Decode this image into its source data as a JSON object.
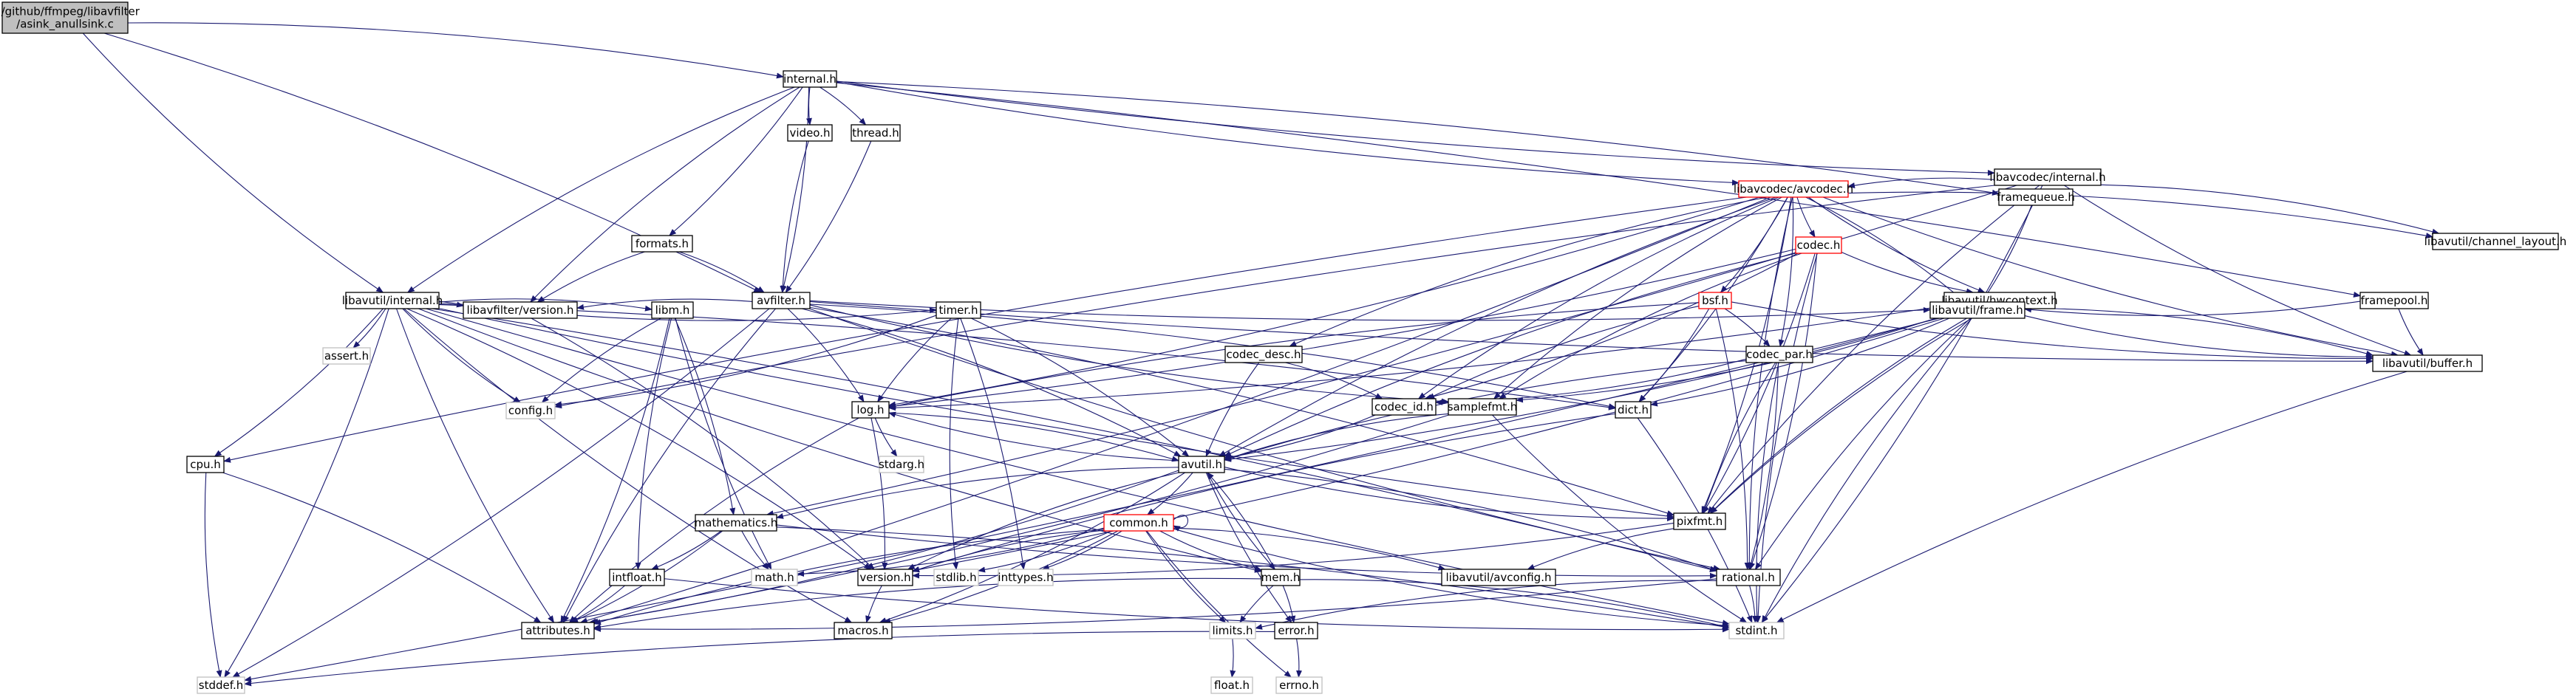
{
  "colors": {
    "root_fill": "#bfbfbf",
    "root_border": "#000000",
    "normal_border": "#000000",
    "truncated_border": "#ff0000",
    "system_border": "#bfbfbf",
    "edge": "#191970",
    "background": "#ffffff"
  },
  "nodes": [
    {
      "id": "n_root",
      "label": "E:/github/ffmpeg/libavfilter\n/asink_anullsink.c",
      "kind": "root"
    },
    {
      "id": "n_internal",
      "label": "internal.h",
      "kind": "normal"
    },
    {
      "id": "n_video",
      "label": "video.h",
      "kind": "normal"
    },
    {
      "id": "n_thread",
      "label": "thread.h",
      "kind": "normal"
    },
    {
      "id": "n_lcinternal",
      "label": "libavcodec/internal.h",
      "kind": "normal"
    },
    {
      "id": "n_framequeue",
      "label": "framequeue.h",
      "kind": "normal"
    },
    {
      "id": "n_avcodec",
      "label": "libavcodec/avcodec.h",
      "kind": "truncated"
    },
    {
      "id": "n_formats",
      "label": "formats.h",
      "kind": "normal"
    },
    {
      "id": "n_codec",
      "label": "codec.h",
      "kind": "truncated"
    },
    {
      "id": "n_chlayout",
      "label": "libavutil/channel_layout.h",
      "kind": "normal"
    },
    {
      "id": "n_lauinternal",
      "label": "libavutil/internal.h",
      "kind": "normal"
    },
    {
      "id": "n_avfilter",
      "label": "avfilter.h",
      "kind": "normal"
    },
    {
      "id": "n_bsf",
      "label": "bsf.h",
      "kind": "truncated"
    },
    {
      "id": "n_hwcontext",
      "label": "libavutil/hwcontext.h",
      "kind": "normal"
    },
    {
      "id": "n_framepool",
      "label": "framepool.h",
      "kind": "normal"
    },
    {
      "id": "n_assert",
      "label": "assert.h",
      "kind": "system"
    },
    {
      "id": "n_lafversion",
      "label": "libavfilter/version.h",
      "kind": "normal"
    },
    {
      "id": "n_libm",
      "label": "libm.h",
      "kind": "normal"
    },
    {
      "id": "n_timer",
      "label": "timer.h",
      "kind": "normal"
    },
    {
      "id": "n_codecdesc",
      "label": "codec_desc.h",
      "kind": "normal"
    },
    {
      "id": "n_codecpar",
      "label": "codec_par.h",
      "kind": "normal"
    },
    {
      "id": "n_frame",
      "label": "libavutil/frame.h",
      "kind": "normal"
    },
    {
      "id": "n_buffer",
      "label": "libavutil/buffer.h",
      "kind": "normal"
    },
    {
      "id": "n_config",
      "label": "config.h",
      "kind": "system"
    },
    {
      "id": "n_log",
      "label": "log.h",
      "kind": "normal"
    },
    {
      "id": "n_codecid",
      "label": "codec_id.h",
      "kind": "normal"
    },
    {
      "id": "n_samplefmt",
      "label": "samplefmt.h",
      "kind": "normal"
    },
    {
      "id": "n_dict",
      "label": "dict.h",
      "kind": "normal"
    },
    {
      "id": "n_cpu",
      "label": "cpu.h",
      "kind": "normal"
    },
    {
      "id": "n_stdarg",
      "label": "stdarg.h",
      "kind": "system"
    },
    {
      "id": "n_avutil",
      "label": "avutil.h",
      "kind": "normal"
    },
    {
      "id": "n_mathematics",
      "label": "mathematics.h",
      "kind": "normal"
    },
    {
      "id": "n_common",
      "label": "common.h",
      "kind": "truncated"
    },
    {
      "id": "n_pixfmt",
      "label": "pixfmt.h",
      "kind": "normal"
    },
    {
      "id": "n_intfloat",
      "label": "intfloat.h",
      "kind": "normal"
    },
    {
      "id": "n_math",
      "label": "math.h",
      "kind": "system"
    },
    {
      "id": "n_version",
      "label": "version.h",
      "kind": "normal"
    },
    {
      "id": "n_stdlib",
      "label": "stdlib.h",
      "kind": "system"
    },
    {
      "id": "n_inttypes",
      "label": "inttypes.h",
      "kind": "system"
    },
    {
      "id": "n_avconfig",
      "label": "libavutil/avconfig.h",
      "kind": "normal"
    },
    {
      "id": "n_rational",
      "label": "rational.h",
      "kind": "normal"
    },
    {
      "id": "n_mem",
      "label": "mem.h",
      "kind": "normal"
    },
    {
      "id": "n_attributes",
      "label": "attributes.h",
      "kind": "normal"
    },
    {
      "id": "n_macros",
      "label": "macros.h",
      "kind": "normal"
    },
    {
      "id": "n_limits",
      "label": "limits.h",
      "kind": "system"
    },
    {
      "id": "n_error",
      "label": "error.h",
      "kind": "normal"
    },
    {
      "id": "n_stdint",
      "label": "stdint.h",
      "kind": "system"
    },
    {
      "id": "n_stddef",
      "label": "stddef.h",
      "kind": "system"
    },
    {
      "id": "n_float",
      "label": "float.h",
      "kind": "system"
    },
    {
      "id": "n_errno",
      "label": "errno.h",
      "kind": "system"
    }
  ],
  "edges": [
    [
      "n_root",
      "n_internal"
    ],
    [
      "n_root",
      "n_lauinternal"
    ],
    [
      "n_root",
      "n_avfilter"
    ],
    [
      "n_internal",
      "n_video"
    ],
    [
      "n_internal",
      "n_thread"
    ],
    [
      "n_internal",
      "n_lcinternal"
    ],
    [
      "n_internal",
      "n_framequeue"
    ],
    [
      "n_internal",
      "n_avcodec"
    ],
    [
      "n_internal",
      "n_formats"
    ],
    [
      "n_internal",
      "n_lauinternal"
    ],
    [
      "n_internal",
      "n_avfilter"
    ],
    [
      "n_internal",
      "n_lafversion"
    ],
    [
      "n_internal",
      "n_framepool"
    ],
    [
      "n_video",
      "n_avfilter"
    ],
    [
      "n_thread",
      "n_avfilter"
    ],
    [
      "n_lcinternal",
      "n_avcodec"
    ],
    [
      "n_lcinternal",
      "n_chlayout"
    ],
    [
      "n_lcinternal",
      "n_buffer"
    ],
    [
      "n_lcinternal",
      "n_mathematics"
    ],
    [
      "n_lcinternal",
      "n_pixfmt"
    ],
    [
      "n_lcinternal",
      "n_stdint"
    ],
    [
      "n_lcinternal",
      "n_config"
    ],
    [
      "n_framequeue",
      "n_frame"
    ],
    [
      "n_avcodec",
      "n_codec"
    ],
    [
      "n_avcodec",
      "n_bsf"
    ],
    [
      "n_avcodec",
      "n_codecdesc"
    ],
    [
      "n_avcodec",
      "n_codecpar"
    ],
    [
      "n_avcodec",
      "n_hwcontext"
    ],
    [
      "n_avcodec",
      "n_frame"
    ],
    [
      "n_avcodec",
      "n_buffer"
    ],
    [
      "n_avcodec",
      "n_chlayout"
    ],
    [
      "n_avcodec",
      "n_codecid"
    ],
    [
      "n_avcodec",
      "n_log"
    ],
    [
      "n_avcodec",
      "n_samplefmt"
    ],
    [
      "n_avcodec",
      "n_dict"
    ],
    [
      "n_avcodec",
      "n_avutil"
    ],
    [
      "n_avcodec",
      "n_pixfmt"
    ],
    [
      "n_avcodec",
      "n_rational"
    ],
    [
      "n_avcodec",
      "n_attributes"
    ],
    [
      "n_avcodec",
      "n_cpu"
    ],
    [
      "n_formats",
      "n_avfilter"
    ],
    [
      "n_formats",
      "n_lafversion"
    ],
    [
      "n_codec",
      "n_codecid"
    ],
    [
      "n_codec",
      "n_hwcontext"
    ],
    [
      "n_codec",
      "n_pixfmt"
    ],
    [
      "n_codec",
      "n_samplefmt"
    ],
    [
      "n_codec",
      "n_rational"
    ],
    [
      "n_codec",
      "n_avutil"
    ],
    [
      "n_codec",
      "n_log"
    ],
    [
      "n_codec",
      "n_stdint"
    ],
    [
      "n_lauinternal",
      "n_assert"
    ],
    [
      "n_lauinternal",
      "n_config"
    ],
    [
      "n_lauinternal",
      "n_libm"
    ],
    [
      "n_lauinternal",
      "n_timer"
    ],
    [
      "n_lauinternal",
      "n_cpu"
    ],
    [
      "n_lauinternal",
      "n_attributes"
    ],
    [
      "n_lauinternal",
      "n_dict"
    ],
    [
      "n_lauinternal",
      "n_pixfmt"
    ],
    [
      "n_lauinternal",
      "n_version"
    ],
    [
      "n_lauinternal",
      "n_macros"
    ],
    [
      "n_lauinternal",
      "n_stddef"
    ],
    [
      "n_lauinternal",
      "n_stdint"
    ],
    [
      "n_lauinternal",
      "n_lafversion"
    ],
    [
      "n_lauinternal",
      "n_mem"
    ],
    [
      "n_lauinternal",
      "n_rational"
    ],
    [
      "n_avfilter",
      "n_attributes"
    ],
    [
      "n_avfilter",
      "n_avutil"
    ],
    [
      "n_avfilter",
      "n_buffer"
    ],
    [
      "n_avfilter",
      "n_dict"
    ],
    [
      "n_avfilter",
      "n_frame"
    ],
    [
      "n_avfilter",
      "n_log"
    ],
    [
      "n_avfilter",
      "n_samplefmt"
    ],
    [
      "n_avfilter",
      "n_pixfmt"
    ],
    [
      "n_avfilter",
      "n_rational"
    ],
    [
      "n_avfilter",
      "n_stddef"
    ],
    [
      "n_avfilter",
      "n_lafversion"
    ],
    [
      "n_bsf",
      "n_dict"
    ],
    [
      "n_bsf",
      "n_log"
    ],
    [
      "n_bsf",
      "n_rational"
    ],
    [
      "n_bsf",
      "n_codecid"
    ],
    [
      "n_bsf",
      "n_codecpar"
    ],
    [
      "n_bsf",
      "n_buffer"
    ],
    [
      "n_hwcontext",
      "n_buffer"
    ],
    [
      "n_hwcontext",
      "n_frame"
    ],
    [
      "n_hwcontext",
      "n_log"
    ],
    [
      "n_hwcontext",
      "n_pixfmt"
    ],
    [
      "n_framepool",
      "n_frame"
    ],
    [
      "n_framepool",
      "n_buffer"
    ],
    [
      "n_lafversion",
      "n_version"
    ],
    [
      "n_libm",
      "n_config"
    ],
    [
      "n_libm",
      "n_attributes"
    ],
    [
      "n_libm",
      "n_intfloat"
    ],
    [
      "n_libm",
      "n_mathematics"
    ],
    [
      "n_libm",
      "n_math"
    ],
    [
      "n_timer",
      "n_config"
    ],
    [
      "n_timer",
      "n_log"
    ],
    [
      "n_timer",
      "n_inttypes"
    ],
    [
      "n_timer",
      "n_stdlib"
    ],
    [
      "n_timer",
      "n_avutil"
    ],
    [
      "n_codecdesc",
      "n_avutil"
    ],
    [
      "n_codecdesc",
      "n_codecid"
    ],
    [
      "n_codecpar",
      "n_avutil"
    ],
    [
      "n_codecpar",
      "n_rational"
    ],
    [
      "n_codecpar",
      "n_pixfmt"
    ],
    [
      "n_codecpar",
      "n_codecid"
    ],
    [
      "n_codecpar",
      "n_stdint"
    ],
    [
      "n_frame",
      "n_avutil"
    ],
    [
      "n_frame",
      "n_buffer"
    ],
    [
      "n_frame",
      "n_dict"
    ],
    [
      "n_frame",
      "n_rational"
    ],
    [
      "n_frame",
      "n_samplefmt"
    ],
    [
      "n_frame",
      "n_pixfmt"
    ],
    [
      "n_frame",
      "n_version"
    ],
    [
      "n_frame",
      "n_stdint"
    ],
    [
      "n_frame",
      "n_stddef"
    ],
    [
      "n_buffer",
      "n_stdint"
    ],
    [
      "n_log",
      "n_avutil"
    ],
    [
      "n_log",
      "n_attributes"
    ],
    [
      "n_log",
      "n_version"
    ],
    [
      "n_log",
      "n_stdarg"
    ],
    [
      "n_codecid",
      "n_avutil"
    ],
    [
      "n_samplefmt",
      "n_avutil"
    ],
    [
      "n_samplefmt",
      "n_attributes"
    ],
    [
      "n_samplefmt",
      "n_stdint"
    ],
    [
      "n_dict",
      "n_stdint"
    ],
    [
      "n_dict",
      "n_version"
    ],
    [
      "n_cpu",
      "n_attributes"
    ],
    [
      "n_cpu",
      "n_stddef"
    ],
    [
      "n_avutil",
      "n_common"
    ],
    [
      "n_avutil",
      "n_error"
    ],
    [
      "n_avutil",
      "n_rational"
    ],
    [
      "n_avutil",
      "n_version"
    ],
    [
      "n_avutil",
      "n_macros"
    ],
    [
      "n_avutil",
      "n_mathematics"
    ],
    [
      "n_avutil",
      "n_log"
    ],
    [
      "n_avutil",
      "n_pixfmt"
    ],
    [
      "n_avutil",
      "n_attributes"
    ],
    [
      "n_avutil",
      "n_mem"
    ],
    [
      "n_mathematics",
      "n_stdint"
    ],
    [
      "n_mathematics",
      "n_math"
    ],
    [
      "n_mathematics",
      "n_attributes"
    ],
    [
      "n_mathematics",
      "n_rational"
    ],
    [
      "n_mathematics",
      "n_intfloat"
    ],
    [
      "n_common",
      "n_errno"
    ],
    [
      "n_common",
      "n_inttypes"
    ],
    [
      "n_common",
      "n_limits"
    ],
    [
      "n_common",
      "n_math"
    ],
    [
      "n_common",
      "n_stdint"
    ],
    [
      "n_common",
      "n_stdlib"
    ],
    [
      "n_common",
      "n_attributes"
    ],
    [
      "n_common",
      "n_macros"
    ],
    [
      "n_common",
      "n_version"
    ],
    [
      "n_common",
      "n_avconfig"
    ],
    [
      "n_common",
      "n_mem"
    ],
    [
      "n_common",
      "n_common"
    ],
    [
      "n_pixfmt",
      "n_avconfig"
    ],
    [
      "n_pixfmt",
      "n_version"
    ],
    [
      "n_intfloat",
      "n_stdint"
    ],
    [
      "n_intfloat",
      "n_attributes"
    ],
    [
      "n_version",
      "n_macros"
    ],
    [
      "n_rational",
      "n_stdint"
    ],
    [
      "n_rational",
      "n_limits"
    ],
    [
      "n_rational",
      "n_attributes"
    ],
    [
      "n_mem",
      "n_limits"
    ],
    [
      "n_mem",
      "n_stdint"
    ],
    [
      "n_mem",
      "n_attributes"
    ],
    [
      "n_mem",
      "n_error"
    ],
    [
      "n_mem",
      "n_avutil"
    ],
    [
      "n_error",
      "n_errno"
    ],
    [
      "n_error",
      "n_stddef"
    ],
    [
      "n_limits",
      "n_float"
    ]
  ]
}
